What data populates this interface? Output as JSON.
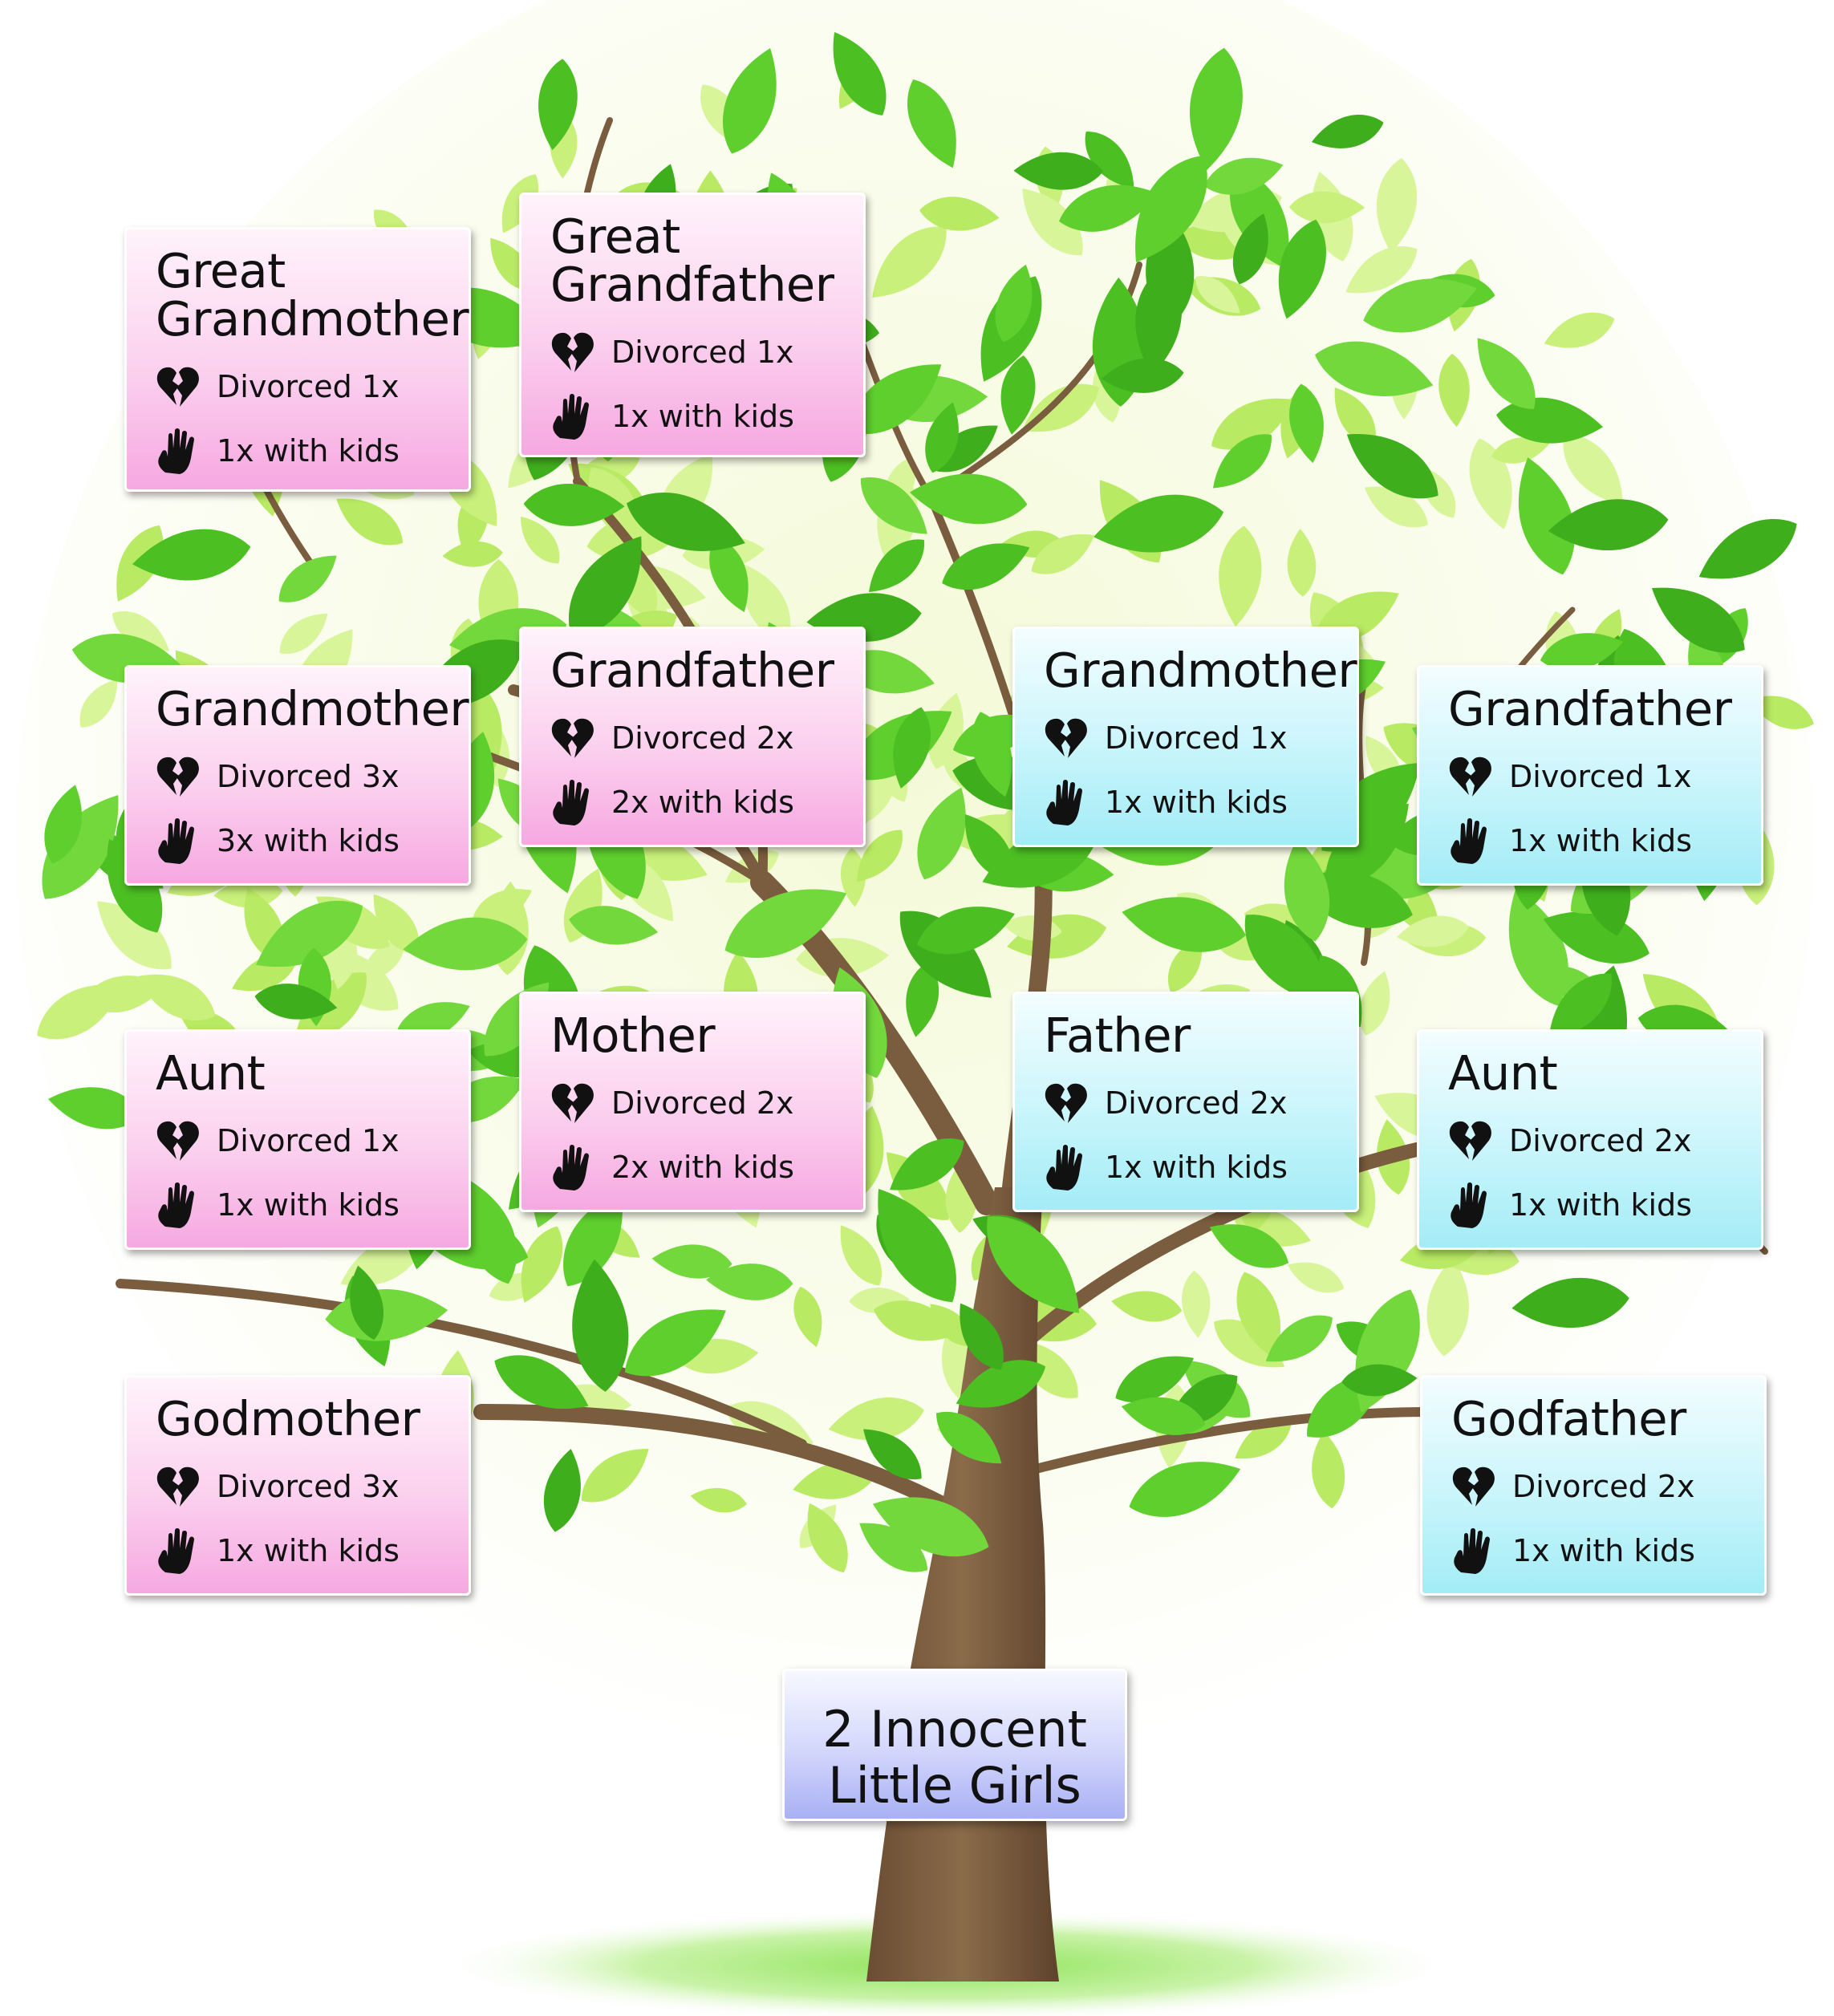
{
  "colors": {
    "female_card": "#f6a8e1",
    "male_card": "#a3ecf6",
    "root_card": "#a9b0f4",
    "trunk": "#7a5c3e",
    "leaf_dark": "#5fcf2e",
    "leaf_light": "#c8f07a"
  },
  "icons": {
    "divorce": "broken-heart-icon",
    "kids": "hand-icon"
  },
  "root": {
    "line1": "2 Innocent",
    "line2": "Little Girls"
  },
  "cards": [
    {
      "id": "great-grandmother",
      "side": "female",
      "title_lines": [
        "Great",
        "Grandmother"
      ],
      "divorced": "Divorced 1x",
      "kids": "1x with kids"
    },
    {
      "id": "great-grandfather",
      "side": "female",
      "title_lines": [
        "Great",
        "Grandfather"
      ],
      "divorced": "Divorced 1x",
      "kids": "1x with kids"
    },
    {
      "id": "maternal-grandmother",
      "side": "female",
      "title_lines": [
        "Grandmother"
      ],
      "divorced": "Divorced 3x",
      "kids": "3x with kids"
    },
    {
      "id": "maternal-grandfather",
      "side": "female",
      "title_lines": [
        "Grandfather"
      ],
      "divorced": "Divorced 2x",
      "kids": "2x with kids"
    },
    {
      "id": "paternal-grandmother",
      "side": "male",
      "title_lines": [
        "Grandmother"
      ],
      "divorced": "Divorced 1x",
      "kids": "1x with kids"
    },
    {
      "id": "paternal-grandfather",
      "side": "male",
      "title_lines": [
        "Grandfather"
      ],
      "divorced": "Divorced 1x",
      "kids": "1x with kids"
    },
    {
      "id": "maternal-aunt",
      "side": "female",
      "title_lines": [
        "Aunt"
      ],
      "divorced": "Divorced 1x",
      "kids": "1x with kids"
    },
    {
      "id": "mother",
      "side": "female",
      "title_lines": [
        "Mother"
      ],
      "divorced": "Divorced 2x",
      "kids": "2x with kids"
    },
    {
      "id": "father",
      "side": "male",
      "title_lines": [
        "Father"
      ],
      "divorced": "Divorced 2x",
      "kids": "1x with kids"
    },
    {
      "id": "paternal-aunt",
      "side": "male",
      "title_lines": [
        "Aunt"
      ],
      "divorced": "Divorced 2x",
      "kids": "1x with kids"
    },
    {
      "id": "godmother",
      "side": "female",
      "title_lines": [
        "Godmother"
      ],
      "divorced": "Divorced 3x",
      "kids": "1x with kids"
    },
    {
      "id": "godfather",
      "side": "male",
      "title_lines": [
        "Godfather"
      ],
      "divorced": "Divorced 2x",
      "kids": "1x with kids"
    }
  ]
}
